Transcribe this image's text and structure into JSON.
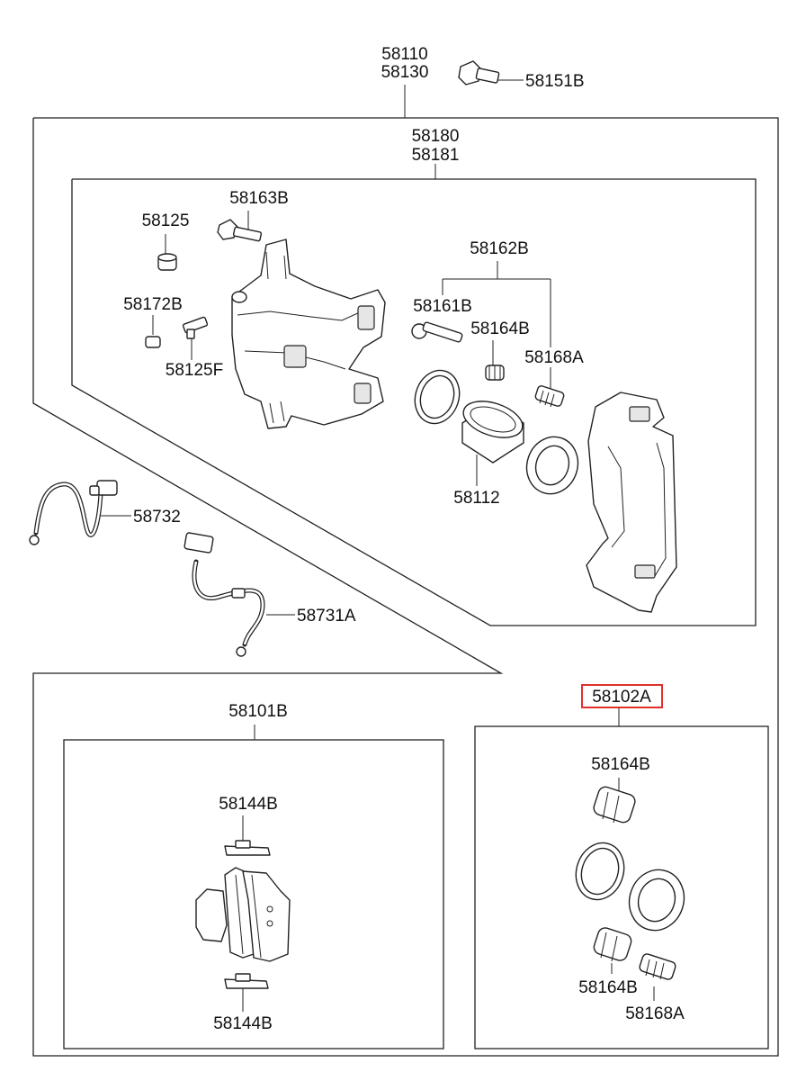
{
  "labels": {
    "main_assembly": [
      "58110",
      "58130"
    ],
    "bolt_top": "58151B",
    "caliper_group": [
      "58180",
      "58181"
    ],
    "bracket_bolt": "58163B",
    "bleeder_cap": "58125",
    "bleeder_plug": "58172B",
    "bleeder_screw": "58125F",
    "guide_kit": "58162B",
    "guide_pin": "58161B",
    "boot_upper": "58164B",
    "boot_lower": "58168A",
    "piston": "58112",
    "hose_left": "58732",
    "hose_right": "58731A",
    "pad_kit": "58101B",
    "shim_upper": "58144B",
    "shim_lower": "58144B",
    "repair_kit": "58102A",
    "kit_boot_top": "58164B",
    "kit_boot_bottom": "58164B",
    "kit_boot_sleeve": "58168A"
  },
  "highlight": {
    "part": "58102A",
    "color": "#e0302a"
  },
  "colors": {
    "line": "#222222",
    "background": "#ffffff"
  }
}
